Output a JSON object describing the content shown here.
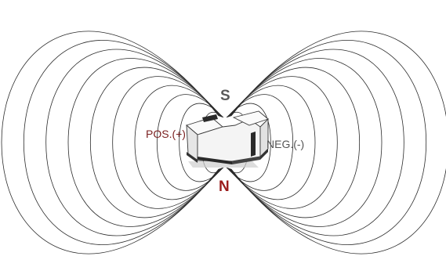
{
  "labels": {
    "south_pole": "S",
    "north_pole": "N",
    "positive": "POS.(+)",
    "negative": "NEG.(-)"
  },
  "colors": {
    "field_line": "#2b2b2b",
    "south_label": "#5a5a5a",
    "north_label": "#9b1b1b",
    "positive_label": "#7a1f1f",
    "negative_label": "#555555",
    "magnet_body": "#f2f2f2",
    "magnet_edge": "#3a3a3a"
  },
  "field_lines": {
    "loops_per_side": 10
  }
}
